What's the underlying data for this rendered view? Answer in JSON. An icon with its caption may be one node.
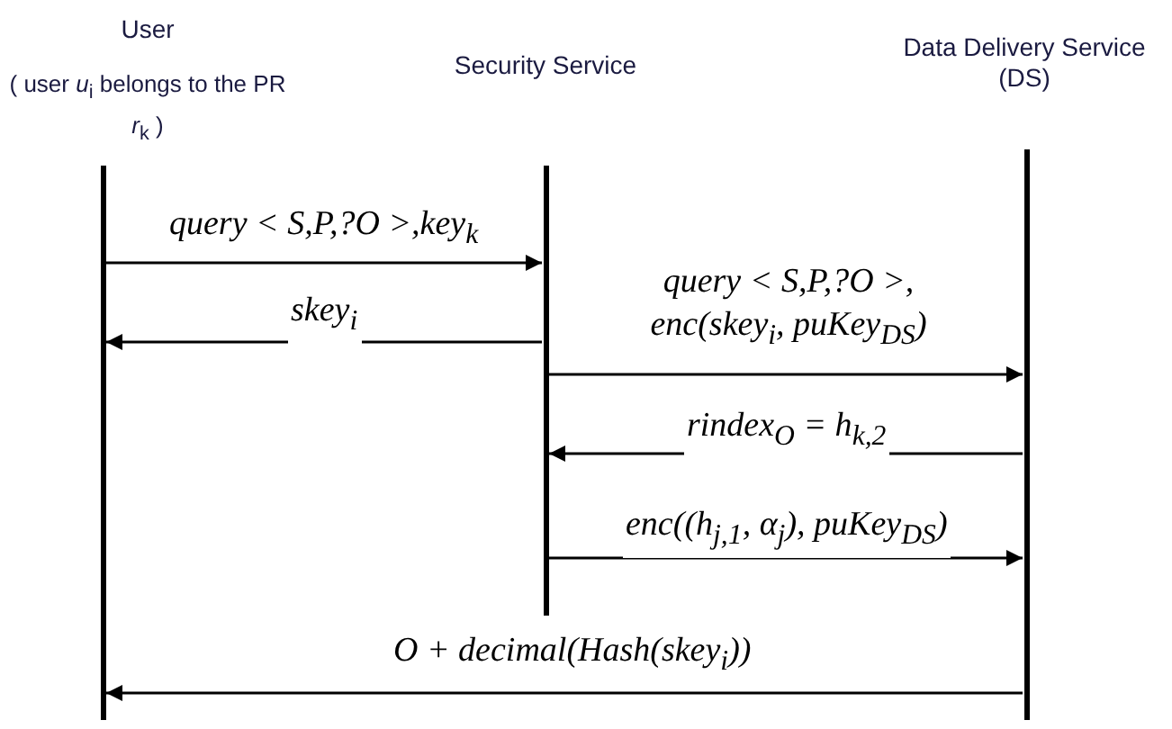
{
  "diagram": {
    "nodes": [
      {
        "text": [
          "User",
          "( user *u*$_{i}$ belongs to the PR *r*$_{k}$ )"
        ]
      },
      {
        "text": [
          "Security Service"
        ]
      },
      {
        "text": [
          "Data Delivery Service (DS)"
        ]
      }
    ],
    "edges": [
      {
        "from": 0,
        "to": 1,
        "arrow": "to",
        "label": "query < S,P,?O >,key$_{k}$"
      },
      {
        "from": 1,
        "to": 0,
        "arrow": "to",
        "label": "skey$_{i}$"
      },
      {
        "from": 1,
        "to": 2,
        "arrow": "to",
        "label": "query < S,P,?O >, enc(skey$_{i}$, puKey$_{DS}$)"
      },
      {
        "from": 2,
        "to": 1,
        "arrow": "to",
        "label": "rindex$_{O}$ = h$_{k,2}$"
      },
      {
        "from": 1,
        "to": 2,
        "arrow": "to",
        "label": "enc((h$_{j,1}$, α$_{j}$), puKey$_{DS}$)"
      },
      {
        "from": 2,
        "to": 0,
        "arrow": "to",
        "label": "O + decimal(Hash(skey$_{i}$))"
      }
    ]
  }
}
